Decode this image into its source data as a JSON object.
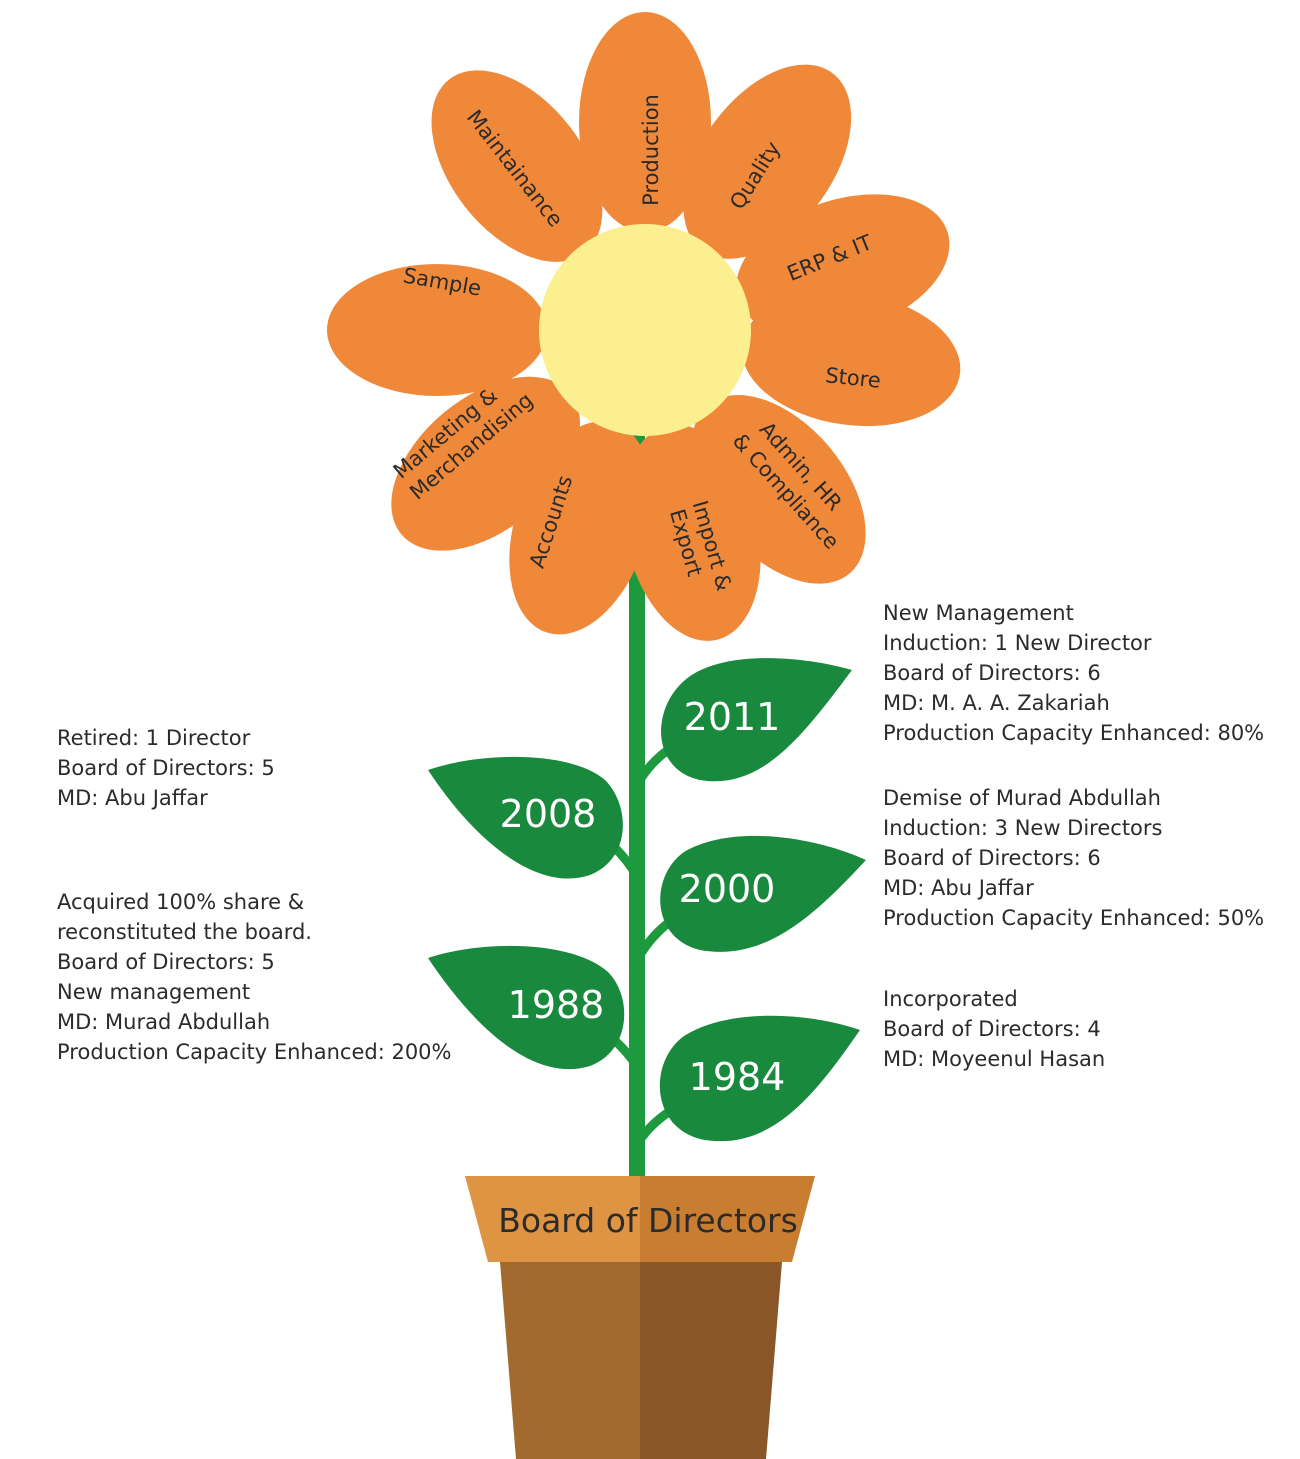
{
  "colors": {
    "petal": "#F0883A",
    "center": "#FCEF8F",
    "stem": "#1E9A3E",
    "leaf": "#18893D",
    "pot_rim_left": "#DE9442",
    "pot_rim_right": "#C97D31",
    "pot_body_left": "#A36A30",
    "pot_body_right": "#8A5627"
  },
  "flower": {
    "petals": [
      {
        "label": "Production"
      },
      {
        "label": "Quality"
      },
      {
        "label": "ERP & IT"
      },
      {
        "label": "Store"
      },
      {
        "label": "Admin, HR",
        "label2": "& Compliance"
      },
      {
        "label": "Import &",
        "label2": "Export"
      },
      {
        "label": "Accounts"
      },
      {
        "label": "Marketing &",
        "label2": "Merchandising"
      },
      {
        "label": "Sample"
      },
      {
        "label": "Maintainance"
      }
    ]
  },
  "leaves": [
    {
      "year": "2011"
    },
    {
      "year": "2008"
    },
    {
      "year": "2000"
    },
    {
      "year": "1988"
    },
    {
      "year": "1984"
    }
  ],
  "pot": {
    "label": "Board of Directors"
  },
  "notes": {
    "n2011": [
      "New Management",
      "Induction: 1 New Director",
      "Board of Directors: 6",
      "MD: M. A. A. Zakariah",
      "Production Capacity Enhanced: 80%"
    ],
    "n2008": [
      "Retired: 1 Director",
      "Board of Directors: 5",
      "MD: Abu Jaffar"
    ],
    "n2000": [
      "Demise of Murad Abdullah",
      "Induction: 3 New Directors",
      "Board of Directors: 6",
      "MD: Abu Jaffar",
      "Production Capacity Enhanced: 50%"
    ],
    "n1988": [
      "Acquired 100% share &",
      "reconstituted the board.",
      "Board of Directors: 5",
      "New management",
      "MD: Murad Abdullah",
      "Production Capacity Enhanced: 200%"
    ],
    "n1984": [
      "Incorporated",
      "Board of Directors: 4",
      "MD: Moyeenul Hasan"
    ]
  }
}
